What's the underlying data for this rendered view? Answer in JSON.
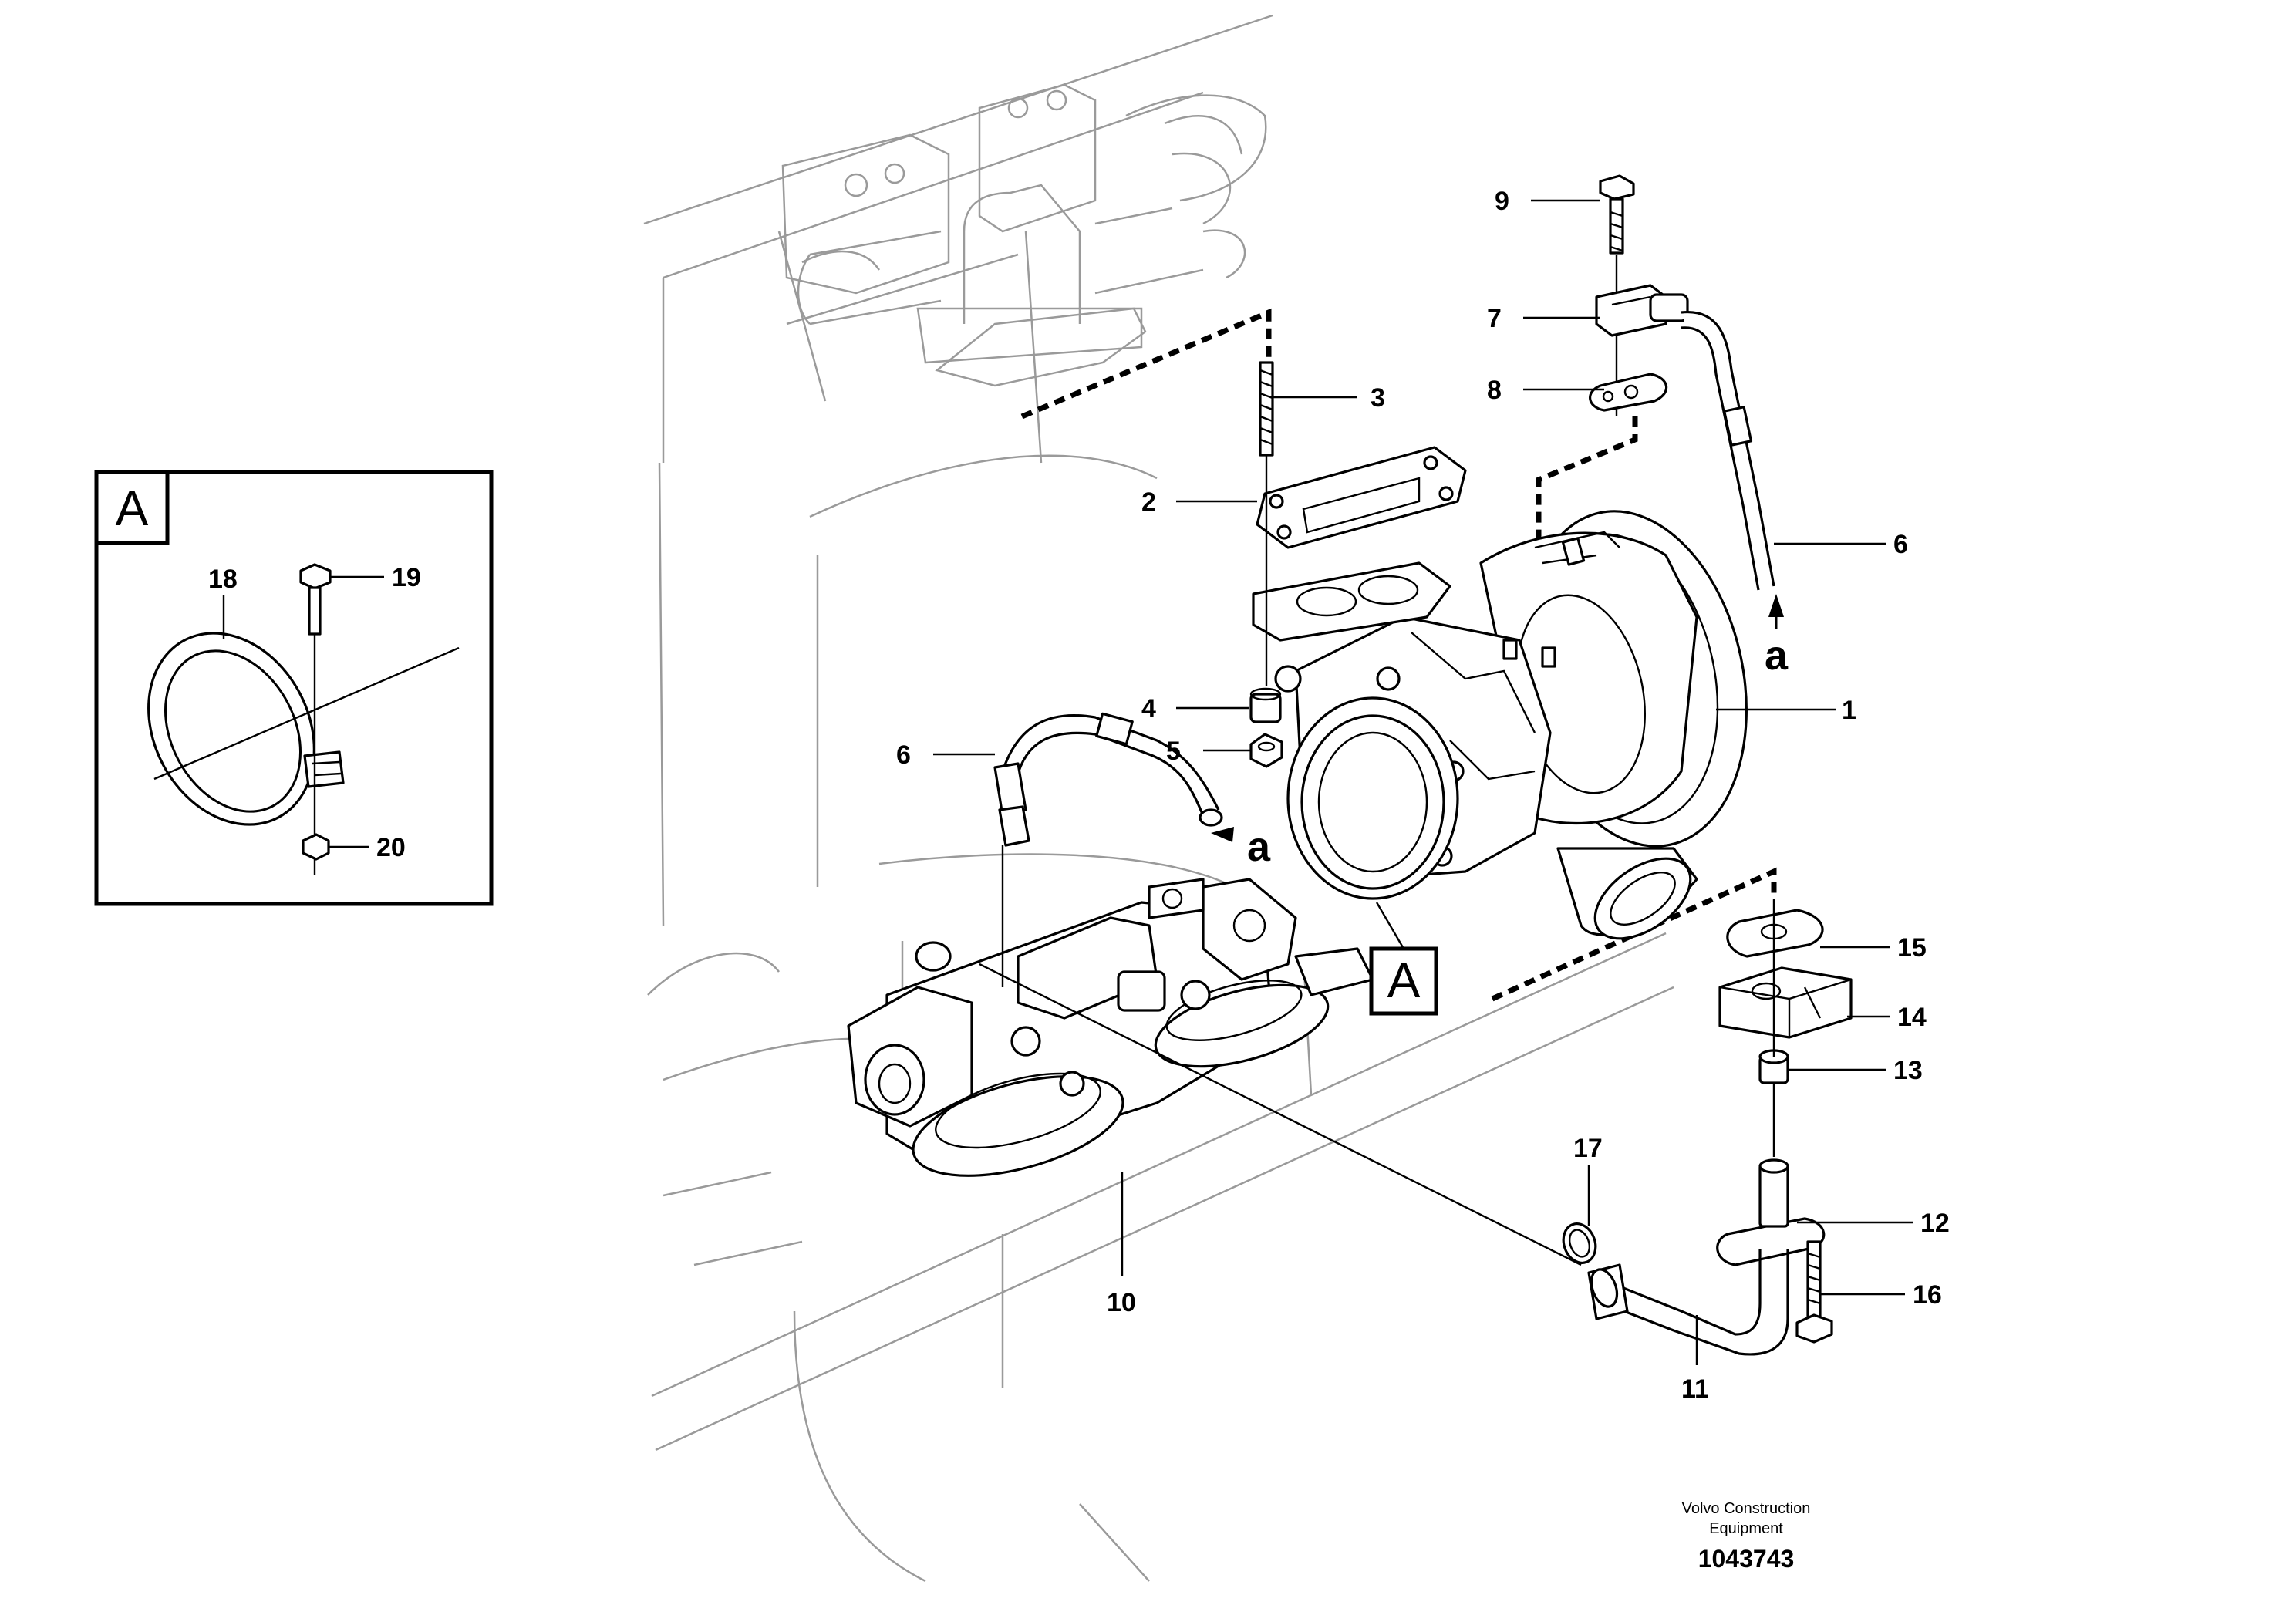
{
  "callouts": [
    {
      "id": "c1",
      "text": "1"
    },
    {
      "id": "c2",
      "text": "2"
    },
    {
      "id": "c3",
      "text": "3"
    },
    {
      "id": "c4",
      "text": "4"
    },
    {
      "id": "c5",
      "text": "5"
    },
    {
      "id": "c6a",
      "text": "6"
    },
    {
      "id": "c6b",
      "text": "6"
    },
    {
      "id": "c7",
      "text": "7"
    },
    {
      "id": "c8",
      "text": "8"
    },
    {
      "id": "c9",
      "text": "9"
    },
    {
      "id": "c10",
      "text": "10"
    },
    {
      "id": "c11",
      "text": "11"
    },
    {
      "id": "c12",
      "text": "12"
    },
    {
      "id": "c13",
      "text": "13"
    },
    {
      "id": "c14",
      "text": "14"
    },
    {
      "id": "c15",
      "text": "15"
    },
    {
      "id": "c16",
      "text": "16"
    },
    {
      "id": "c17",
      "text": "17"
    },
    {
      "id": "c18",
      "text": "18"
    },
    {
      "id": "c19",
      "text": "19"
    },
    {
      "id": "c20",
      "text": "20"
    }
  ],
  "connection_markers": {
    "right": "a",
    "left": "a"
  },
  "detail_view": {
    "label": "A"
  },
  "detail_reference": {
    "label": "A"
  },
  "credit": {
    "line1": "Volvo Construction",
    "line2": "Equipment"
  },
  "document_number": "1043743"
}
